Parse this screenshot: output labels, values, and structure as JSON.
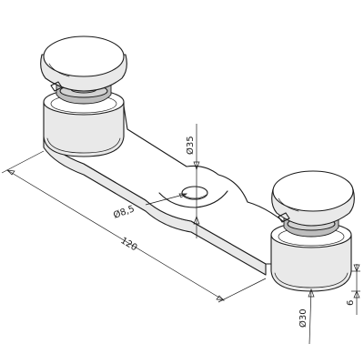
{
  "dimensions": {
    "length": "120",
    "hole_diameter": "Ø8,5",
    "plate_width_diameter": "Ø35",
    "disc_diameter": "Ø30",
    "thickness": "6"
  }
}
